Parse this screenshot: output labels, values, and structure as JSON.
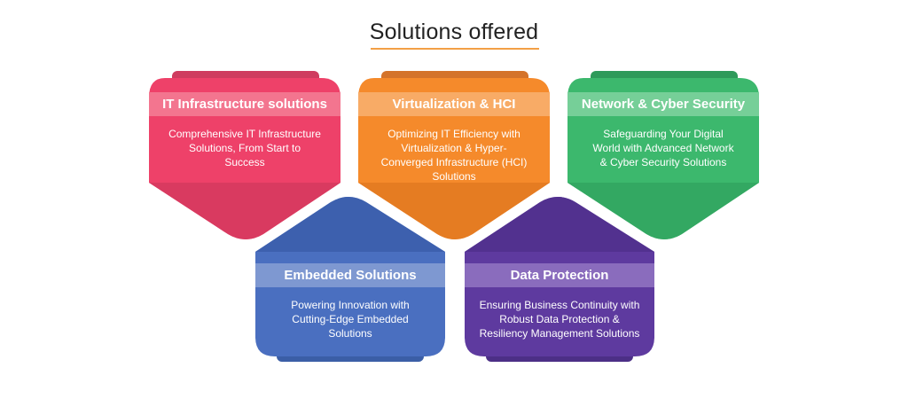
{
  "page": {
    "title": "Solutions offered"
  },
  "cards": [
    {
      "id": "it-infra",
      "heading": "IT Infrastructure solutions",
      "body": "Comprehensive IT Infrastructure Solutions, From Start to Success",
      "color": "#ee4169",
      "color_dark": "#d93a60",
      "color_top": "#cf3c5f",
      "band": "#f3758f"
    },
    {
      "id": "virtualization",
      "heading": "Virtualization & HCI",
      "body": "Optimizing IT Efficiency with Virtualization & Hyper-Converged Infrastructure (HCI) Solutions",
      "color": "#f58a2b",
      "color_dark": "#e57c22",
      "color_top": "#d4732a",
      "band": "#f8ab66"
    },
    {
      "id": "network",
      "heading": "Network & Cyber Security",
      "body": "Safeguarding Your Digital World with Advanced Network & Cyber Security Solutions",
      "color": "#3cb86d",
      "color_dark": "#33a862",
      "color_top": "#2e9a5a",
      "band": "#76cf98"
    },
    {
      "id": "embedded",
      "heading": "Embedded Solutions",
      "body": "Powering Innovation with Cutting-Edge Embedded Solutions",
      "color": "#4a6fc0",
      "color_dark": "#3d60ae",
      "color_top": "#3b5ea6",
      "band": "#7e98d1"
    },
    {
      "id": "data-protection",
      "heading": "Data Protection",
      "body": "Ensuring Business Continuity with Robust Data Protection & Resiliency Management Solutions",
      "color": "#5e3a9f",
      "color_dark": "#52318f",
      "color_top": "#4c2f86",
      "band": "#8a6cbd"
    }
  ]
}
